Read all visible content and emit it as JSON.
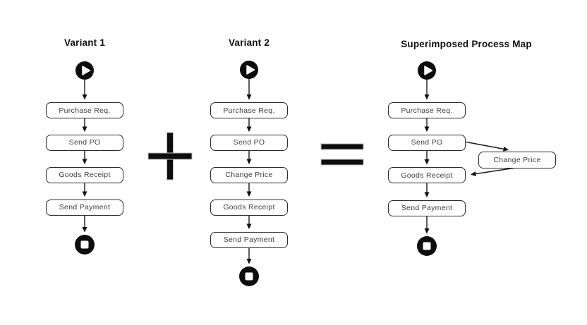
{
  "diagram": {
    "background_color": "#ffffff",
    "stroke_color": "#1a1a1a",
    "box_border_color": "#2b2b2b",
    "box_text_color": "#3d3d3d",
    "title_color": "#101010",
    "operators": {
      "plus": "+",
      "equals": "="
    },
    "icons": {
      "start": "play-icon",
      "end": "stop-icon"
    },
    "columns": [
      {
        "title": "Variant 1",
        "sequence": [
          "start",
          "Purchase Req.",
          "Send PO",
          "Goods Receipt",
          "Send Payment",
          "end"
        ]
      },
      {
        "title": "Variant 2",
        "sequence": [
          "start",
          "Purchase Req.",
          "Send PO",
          "Change Price",
          "Goods Receipt",
          "Send Payment",
          "end"
        ]
      },
      {
        "title": "Superimposed Process Map",
        "sequence": [
          "start",
          "Purchase Req.",
          "Send PO",
          "Goods Receipt",
          "Send Payment",
          "end"
        ],
        "branch": {
          "label": "Change Price",
          "from": "Send PO",
          "to": "Goods Receipt"
        }
      }
    ]
  }
}
